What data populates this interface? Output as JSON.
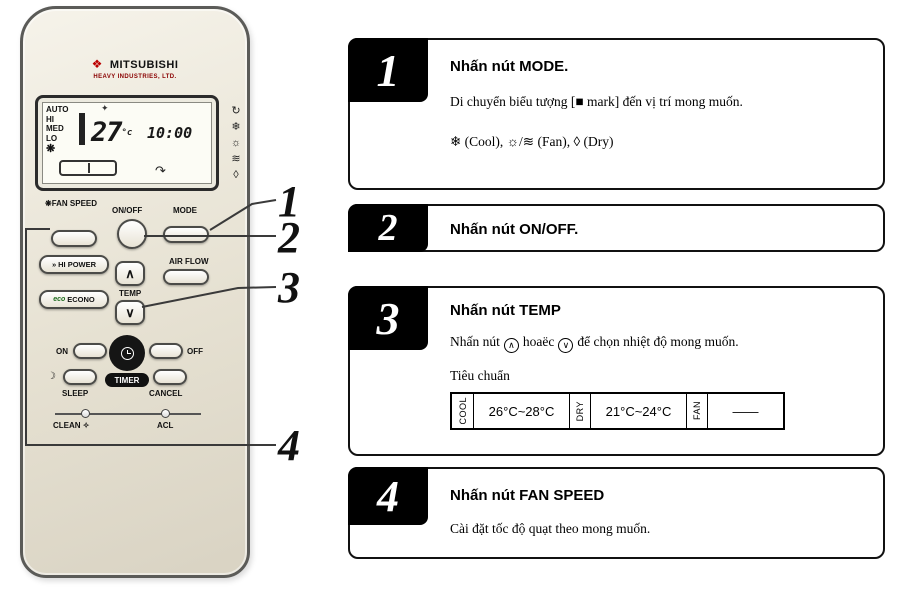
{
  "remote": {
    "brand": "MITSUBISHI",
    "brand_sub": "HEAVY INDUSTRIES, LTD.",
    "display": {
      "fan_levels": [
        "AUTO",
        "HI",
        "MED",
        "LO"
      ],
      "fan_icon": "❋",
      "sparkle_icon": "✦",
      "temp_value": "27",
      "temp_unit": "°c",
      "time": "10:00",
      "swing_icon": "↷",
      "mode_icons": [
        "↻",
        "❄",
        "☼",
        "≋",
        "◊"
      ]
    },
    "labels": {
      "fan_speed": "FAN SPEED",
      "fan_speed_icon": "❋",
      "on_off": "ON/OFF",
      "mode": "MODE",
      "hi_power": "HI POWER",
      "hi_power_icon": "»",
      "air_flow": "AIR FLOW",
      "econo": "ECONO",
      "econo_icon": "eco",
      "temp": "TEMP",
      "temp_up_icon": "∧",
      "temp_down_icon": "∨",
      "timer": "TIMER",
      "timer_on": "ON",
      "timer_off": "OFF",
      "sleep": "SLEEP",
      "sleep_icon": "☽",
      "cancel": "CANCEL",
      "clean": "CLEAN",
      "clean_icon": "✧",
      "acl": "ACL"
    }
  },
  "callouts": [
    {
      "label": "1"
    },
    {
      "label": "2"
    },
    {
      "label": "3"
    },
    {
      "label": "4"
    }
  ],
  "steps": [
    {
      "number": "1",
      "title": "Nhấn nút MODE.",
      "body": "Di chuyển biểu tượng [■ mark] đến vị trí mong muốn.",
      "modes": "❄ (Cool),   ☼/≋ (Fan),   ◊ (Dry)"
    },
    {
      "number": "2",
      "title": "Nhấn nút ON/OFF."
    },
    {
      "number": "3",
      "title": "Nhấn nút TEMP",
      "body_pre": "Nhấn nút",
      "up_icon": "∧",
      "body_mid": "hoaëc",
      "down_icon": "∨",
      "body_post": "để chọn nhiệt độ mong muốn.",
      "standard_label": "Tiêu chuẩn",
      "table": [
        {
          "mode": "COOL",
          "range": "26°C~28°C"
        },
        {
          "mode": "DRY",
          "range": "21°C~24°C"
        },
        {
          "mode": "FAN",
          "range": "——"
        }
      ]
    },
    {
      "number": "4",
      "title": "Nhấn nút FAN SPEED",
      "body": "Cài đặt tốc độ quạt theo mong muốn."
    }
  ]
}
